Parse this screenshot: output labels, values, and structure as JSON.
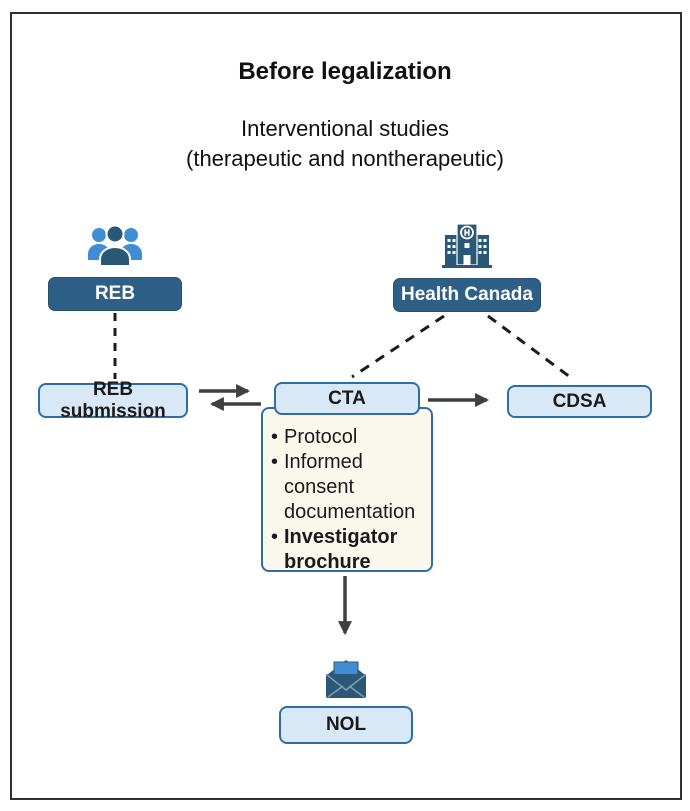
{
  "header": {
    "title": "Before legalization",
    "subtitle_line1": "Interventional studies",
    "subtitle_line2": "(therapeutic and nontherapeutic)"
  },
  "nodes": {
    "reb": {
      "label": "REB"
    },
    "health_canada": {
      "label": "Health Canada"
    },
    "reb_submission": {
      "label": "REB submission"
    },
    "cta": {
      "label": "CTA"
    },
    "cdsa": {
      "label": "CDSA"
    },
    "nol": {
      "label": "NOL"
    }
  },
  "cta_attachments": {
    "bullet_char": "•",
    "items": [
      {
        "label": "Protocol",
        "bold": false
      },
      {
        "label": "Informed consent documentation",
        "bold": false
      },
      {
        "label": "Investigator brochure",
        "bold": true
      }
    ]
  },
  "icons": {
    "reb_icon": "people-group-icon",
    "health_canada_icon": "hospital-building-icon",
    "nol_icon": "open-envelope-letter-icon"
  },
  "connections": [
    {
      "from": "reb",
      "to": "reb_submission",
      "style": "dashed"
    },
    {
      "from": "health_canada",
      "to": "cta",
      "style": "dashed"
    },
    {
      "from": "health_canada",
      "to": "cdsa",
      "style": "dashed"
    },
    {
      "from": "reb_submission",
      "to": "cta",
      "style": "arrow-both"
    },
    {
      "from": "cta",
      "to": "cdsa",
      "style": "arrow"
    },
    {
      "from": "cta_attachments",
      "to": "nol",
      "style": "arrow"
    }
  ],
  "colors": {
    "dark_node": "#2e5f87",
    "light_node_fill": "#d9e8f7",
    "node_border": "#2e6da8",
    "attachments_fill": "#faf8ec",
    "icon_light_blue": "#3f8ed3",
    "icon_dark_blue": "#2b5876",
    "arrow": "#3f3f3f",
    "dashed_line": "#1b1b1b",
    "frame_border": "#2f2f2f"
  }
}
